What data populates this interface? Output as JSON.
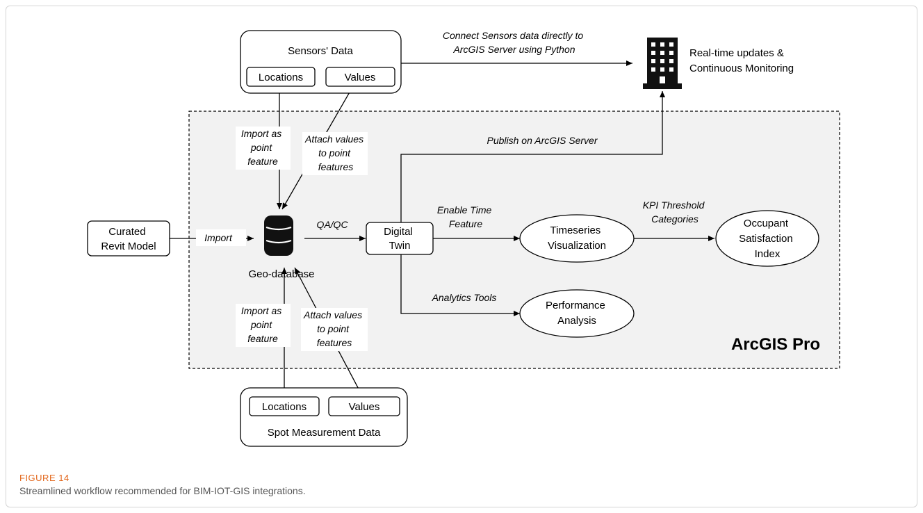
{
  "figure": {
    "label": "FIGURE 14",
    "caption": "Streamlined workflow recommended for BIM-IOT-GIS integrations."
  },
  "diagram": {
    "region_label": "ArcGIS Pro",
    "sensors": {
      "title": "Sensors' Data",
      "locations": "Locations",
      "values": "Values"
    },
    "connect_label": [
      "Connect Sensors data directly to",
      "ArcGIS Server using Python"
    ],
    "realtime": [
      "Real-time updates &",
      "Continuous Monitoring"
    ],
    "import_point_top": [
      "Import as",
      "point",
      "feature"
    ],
    "attach_values_top": [
      "Attach values",
      "to point",
      "features"
    ],
    "publish_label": "Publish on ArcGIS Server",
    "curated": [
      "Curated",
      "Revit Model"
    ],
    "import_label": "Import",
    "geodatabase": "Geo-database",
    "qaqc": "QA/QC",
    "digital_twin": [
      "Digital",
      "Twin"
    ],
    "enable_time": [
      "Enable Time",
      "Feature"
    ],
    "timeseries": [
      "Timeseries",
      "Visualization"
    ],
    "kpi": [
      "KPI Threshold",
      "Categories"
    ],
    "occupant": [
      "Occupant",
      "Satisfaction",
      "Index"
    ],
    "analytics_label": "Analytics Tools",
    "performance": [
      "Performance",
      "Analysis"
    ],
    "import_point_bottom": [
      "Import as",
      "point",
      "feature"
    ],
    "attach_values_bottom": [
      "Attach values",
      "to point",
      "features"
    ],
    "spot": {
      "title": "Spot Measurement  Data",
      "locations": "Locations",
      "values": "Values"
    },
    "icons": [
      "database-icon",
      "building-icon"
    ]
  }
}
